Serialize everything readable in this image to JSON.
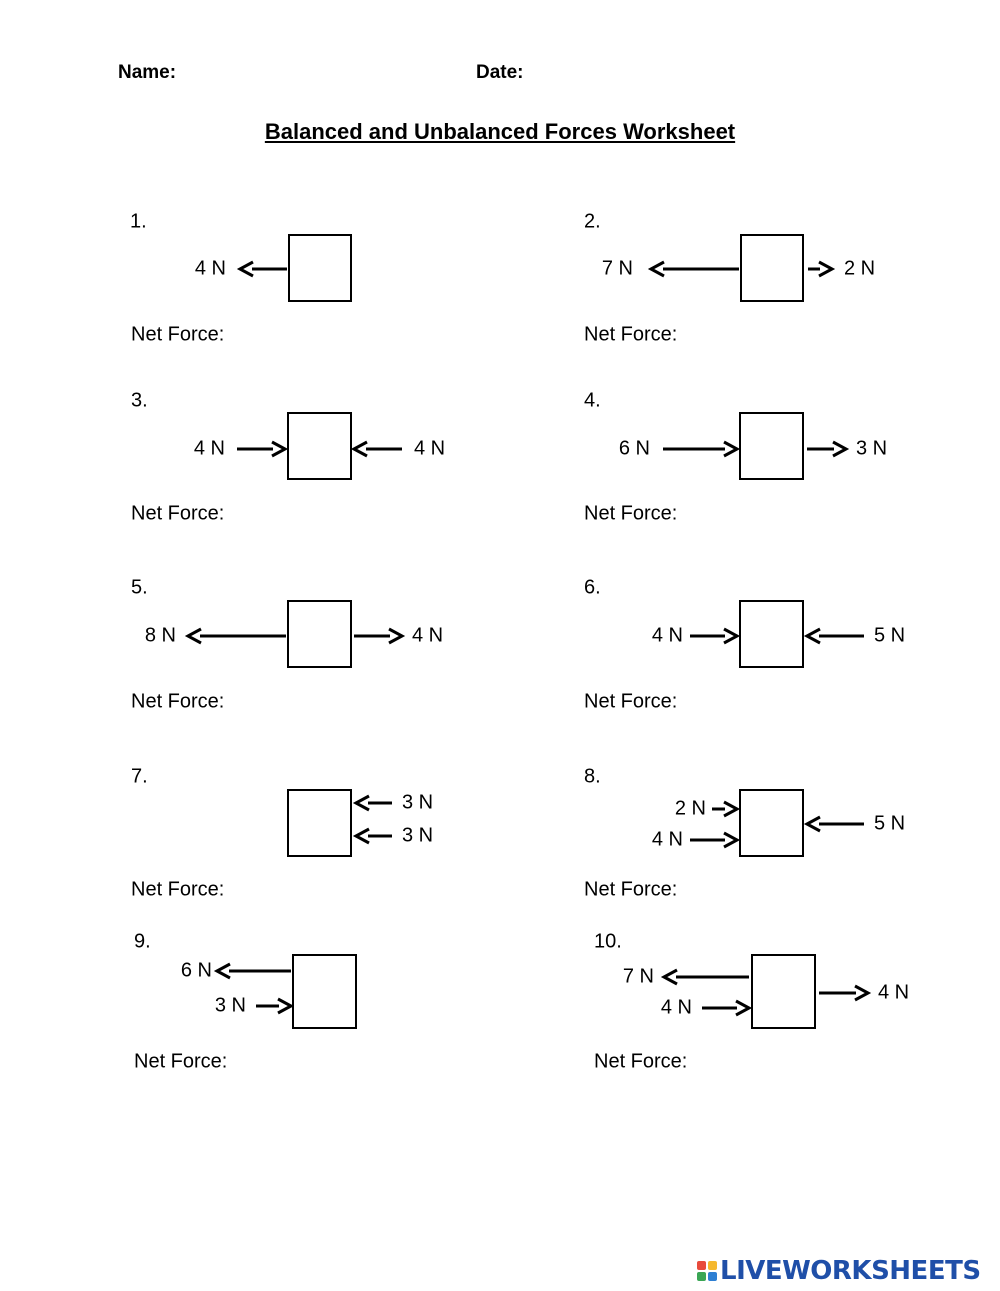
{
  "header": {
    "name_label": "Name:",
    "date_label": "Date:"
  },
  "title": "Balanced and Unbalanced Forces Worksheet",
  "net_force_label": "Net Force:",
  "problems": [
    {
      "number": "1.",
      "forces": [
        {
          "label": "4 N",
          "direction": "left",
          "side": "left"
        }
      ]
    },
    {
      "number": "2.",
      "forces": [
        {
          "label": "7 N",
          "direction": "left",
          "side": "left"
        },
        {
          "label": "2 N",
          "direction": "right",
          "side": "right"
        }
      ]
    },
    {
      "number": "3.",
      "forces": [
        {
          "label": "4 N",
          "direction": "right",
          "side": "left"
        },
        {
          "label": "4 N",
          "direction": "left",
          "side": "right"
        }
      ]
    },
    {
      "number": "4.",
      "forces": [
        {
          "label": "6 N",
          "direction": "right",
          "side": "left"
        },
        {
          "label": "3 N",
          "direction": "right",
          "side": "right"
        }
      ]
    },
    {
      "number": "5.",
      "forces": [
        {
          "label": "8 N",
          "direction": "left",
          "side": "left"
        },
        {
          "label": "4 N",
          "direction": "right",
          "side": "right"
        }
      ]
    },
    {
      "number": "6.",
      "forces": [
        {
          "label": "4 N",
          "direction": "right",
          "side": "left"
        },
        {
          "label": "5 N",
          "direction": "left",
          "side": "right"
        }
      ]
    },
    {
      "number": "7.",
      "forces": [
        {
          "label": "3 N",
          "direction": "left",
          "side": "right"
        },
        {
          "label": "3 N",
          "direction": "left",
          "side": "right"
        }
      ]
    },
    {
      "number": "8.",
      "forces": [
        {
          "label": "2 N",
          "direction": "right",
          "side": "left"
        },
        {
          "label": "4 N",
          "direction": "right",
          "side": "left"
        },
        {
          "label": "5 N",
          "direction": "left",
          "side": "right"
        }
      ]
    },
    {
      "number": "9.",
      "forces": [
        {
          "label": "6 N",
          "direction": "left",
          "side": "left"
        },
        {
          "label": "3 N",
          "direction": "right",
          "side": "left"
        }
      ]
    },
    {
      "number": "10.",
      "forces": [
        {
          "label": "7 N",
          "direction": "left",
          "side": "left"
        },
        {
          "label": "4 N",
          "direction": "right",
          "side": "left"
        },
        {
          "label": "4 N",
          "direction": "right",
          "side": "right"
        }
      ]
    }
  ],
  "logo": {
    "text": "LIVEWORKSHEETS",
    "colors": [
      "#e84b3c",
      "#f5b82e",
      "#3aa655",
      "#2d7fd3"
    ],
    "text_color": "#1f4fa8"
  }
}
